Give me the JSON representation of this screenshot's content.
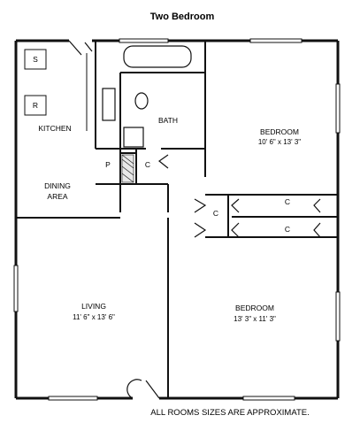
{
  "title": "Two Bedroom",
  "note": "ALL ROOMS SIZES ARE APPROXIMATE.",
  "rooms": {
    "kitchen": {
      "label": "KITCHEN"
    },
    "stove": {
      "label": "S"
    },
    "refrigerator": {
      "label": "R"
    },
    "bath": {
      "label": "BATH"
    },
    "pantry": {
      "label": "P"
    },
    "bath_closet": {
      "label": "C"
    },
    "dining_line1": "DINING",
    "dining_line2": "AREA",
    "hall_closet": {
      "label": "C"
    },
    "bedroom1_closet": {
      "label": "C"
    },
    "bedroom2_closet": {
      "label": "C"
    },
    "bedroom1": {
      "label": "BEDROOM",
      "size": "10' 6\" x 13' 3\""
    },
    "living": {
      "label": "LIVING",
      "size": "11' 6\" x 13' 6\""
    },
    "bedroom2": {
      "label": "BEDROOM",
      "size": "13' 3\" x 11' 3\""
    }
  }
}
